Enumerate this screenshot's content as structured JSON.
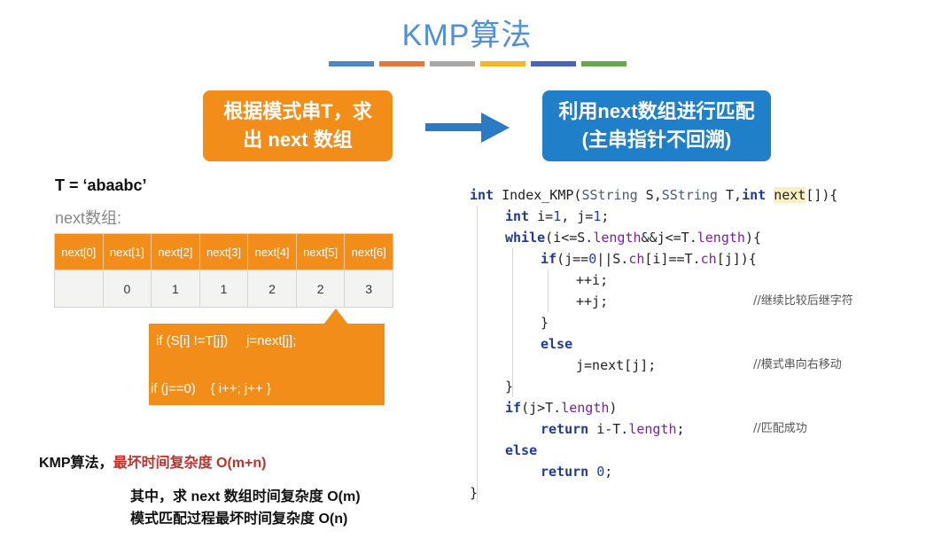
{
  "title": "KMP算法",
  "colors": {
    "bars": [
      "#4f86c6",
      "#e07a3a",
      "#a8a8a8",
      "#f2b722",
      "#4a65b8",
      "#6aa84f"
    ],
    "orange": "#f28d1a",
    "blue": "#1f7fc8",
    "red_text": "#c0302a"
  },
  "step1": {
    "line1": "根据模式串T，求",
    "line2": "出 next 数组"
  },
  "step2": {
    "line1": "利用next数组进行匹配",
    "line2": "(主串指针不回溯)"
  },
  "arrow_icon": "right-arrow-icon",
  "pattern_def": "T = ‘abaabc’",
  "next_label": "next数组:",
  "next_table": {
    "headers": [
      "next[0]",
      "next[1]",
      "next[2]",
      "next[3]",
      "next[4]",
      "next[5]",
      "next[6]"
    ],
    "values": [
      "",
      "0",
      "1",
      "1",
      "2",
      "2",
      "3"
    ]
  },
  "callout": {
    "line1": "if (S[i] !=T[j])     j=next[j];",
    "line2": "if (j==0)    { i++; j++ }"
  },
  "complexity": {
    "prefix": "KMP算法，",
    "worst": "最坏时间复杂度 O(m+n)",
    "detail1": "其中，求 next 数组时间复杂度 O(m)",
    "detail2": "模式匹配过程最坏时间复杂度 O(n)"
  },
  "code": {
    "l1": {
      "kw_int": "int",
      "fn": " Index_KMP(",
      "t1": "SString",
      "p1": " S,",
      "t2": "SString",
      "p2": " T,",
      "kw_int2": "int",
      "sp": " ",
      "nx": "next",
      "end": "[]){"
    },
    "l2": {
      "kw": "int",
      "rest_a": " i=",
      "n1": "1",
      "rest_b": ", j=",
      "n2": "1",
      "rest_c": ";"
    },
    "l3": {
      "kw": "while",
      "a": "(i<=S.",
      "f1": "length",
      "b": "&&j<=T.",
      "f2": "length",
      "c": "){"
    },
    "l4": {
      "kw": "if",
      "a": "(j==",
      "n": "0",
      "b": "||S.",
      "f1": "ch",
      "c": "[i]==T.",
      "f2": "ch",
      "d": "[j]){"
    },
    "l5": "++i;",
    "l6": "++j;",
    "c6": "//继续比较后继字符",
    "l7": "}",
    "l8": "else",
    "l9": "j=next[j];",
    "c9": "//模式串向右移动",
    "l10": "}",
    "l11": {
      "kw": "if",
      "a": "(j>T.",
      "f": "length",
      "b": ")"
    },
    "l12": {
      "kw": "return",
      "a": " i-T.",
      "f": "length",
      "b": ";"
    },
    "c12": "//匹配成功",
    "l13": "else",
    "l14": {
      "kw": "return",
      "sp": " ",
      "n": "0",
      "b": ";"
    },
    "l15": "}"
  }
}
